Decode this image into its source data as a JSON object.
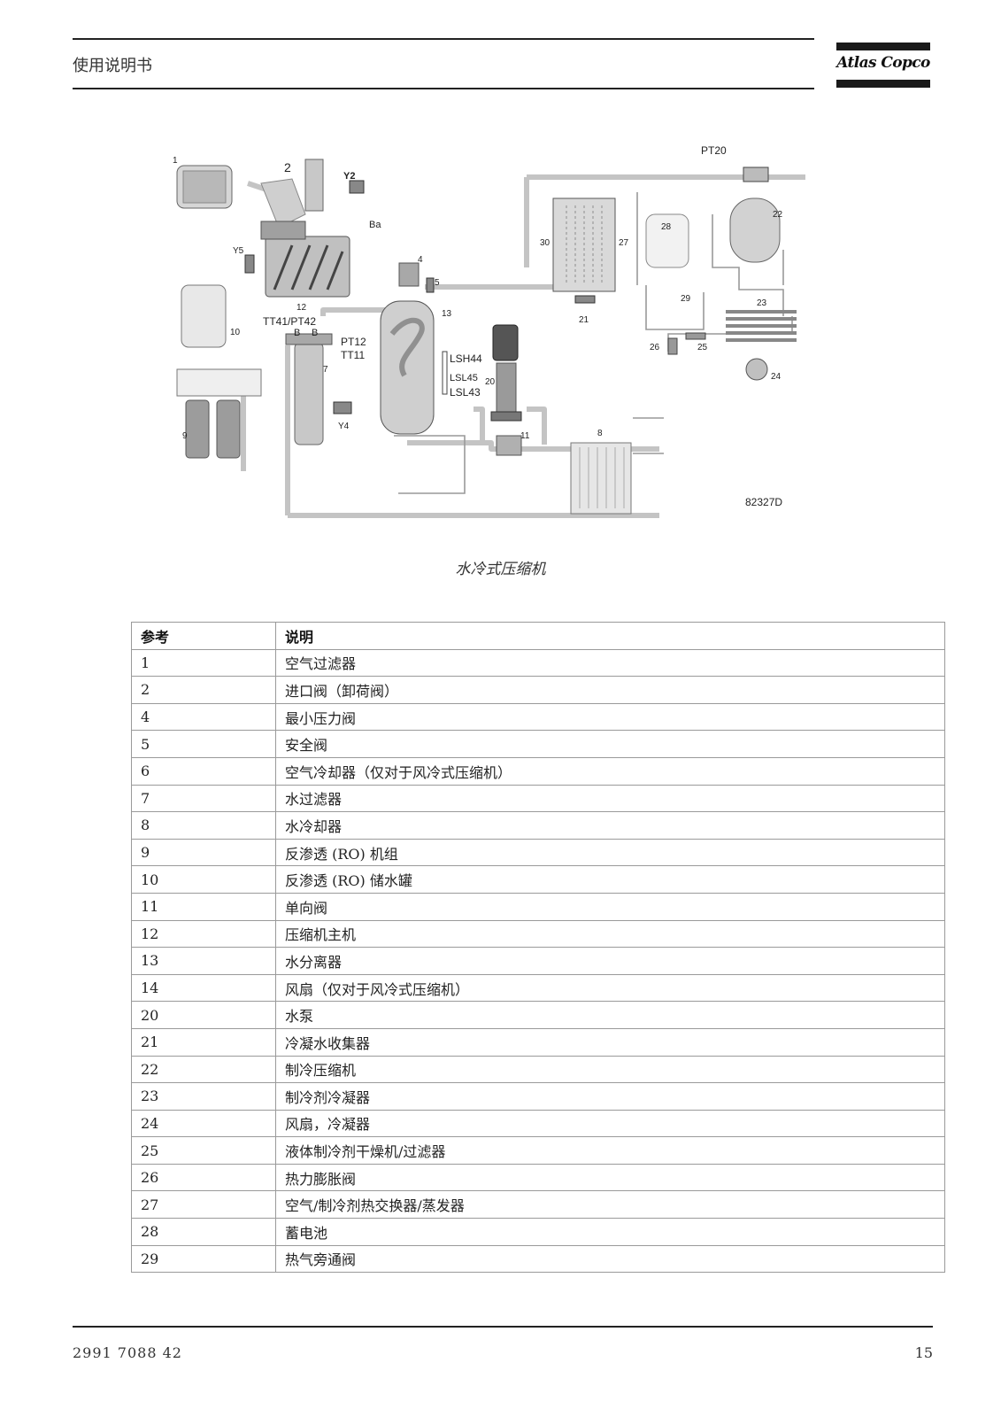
{
  "header": {
    "title": "使用说明书",
    "logo_text": "Atlas Copco"
  },
  "figure": {
    "caption": "水冷式压缩机",
    "code": "82327D",
    "labels": {
      "n1": "1",
      "n2": "2",
      "y2": "Y2",
      "ba": "Ba",
      "n4": "4",
      "n5": "5",
      "y5": "Y5",
      "n10": "10",
      "n12": "12",
      "tt41": "TT41/PT42",
      "b1": "B",
      "b2": "B",
      "pt12": "PT12",
      "tt11": "TT11",
      "n7": "7",
      "n9": "9",
      "y4": "Y4",
      "n13": "13",
      "lsh44": "LSH44",
      "lsl45": "LSL45",
      "lsl43": "LSL43",
      "n20": "20",
      "n11": "11",
      "n8": "8",
      "pt20": "PT20",
      "n30": "30",
      "n27": "27",
      "n28": "28",
      "n22": "22",
      "n21": "21",
      "n29": "29",
      "n23": "23",
      "n26": "26",
      "n25": "25",
      "n24": "24"
    }
  },
  "table": {
    "headers": [
      "参考",
      "说明"
    ],
    "rows": [
      [
        "1",
        "空气过滤器"
      ],
      [
        "2",
        "进口阀（卸荷阀）"
      ],
      [
        "4",
        "最小压力阀"
      ],
      [
        "5",
        "安全阀"
      ],
      [
        "6",
        "空气冷却器（仅对于风冷式压缩机）"
      ],
      [
        "7",
        "水过滤器"
      ],
      [
        "8",
        "水冷却器"
      ],
      [
        "9",
        "反渗透 (RO) 机组"
      ],
      [
        "10",
        "反渗透 (RO) 储水罐"
      ],
      [
        "11",
        "单向阀"
      ],
      [
        "12",
        "压缩机主机"
      ],
      [
        "13",
        "水分离器"
      ],
      [
        "14",
        "风扇（仅对于风冷式压缩机）"
      ],
      [
        "20",
        "水泵"
      ],
      [
        "21",
        "冷凝水收集器"
      ],
      [
        "22",
        "制冷压缩机"
      ],
      [
        "23",
        "制冷剂冷凝器"
      ],
      [
        "24",
        "风扇，冷凝器"
      ],
      [
        "25",
        "液体制冷剂干燥机/过滤器"
      ],
      [
        "26",
        "热力膨胀阀"
      ],
      [
        "27",
        "空气/制冷剂热交换器/蒸发器"
      ],
      [
        "28",
        "蓄电池"
      ],
      [
        "29",
        "热气旁通阀"
      ]
    ]
  },
  "footer": {
    "doc_number": "2991 7088 42",
    "page": "15"
  }
}
